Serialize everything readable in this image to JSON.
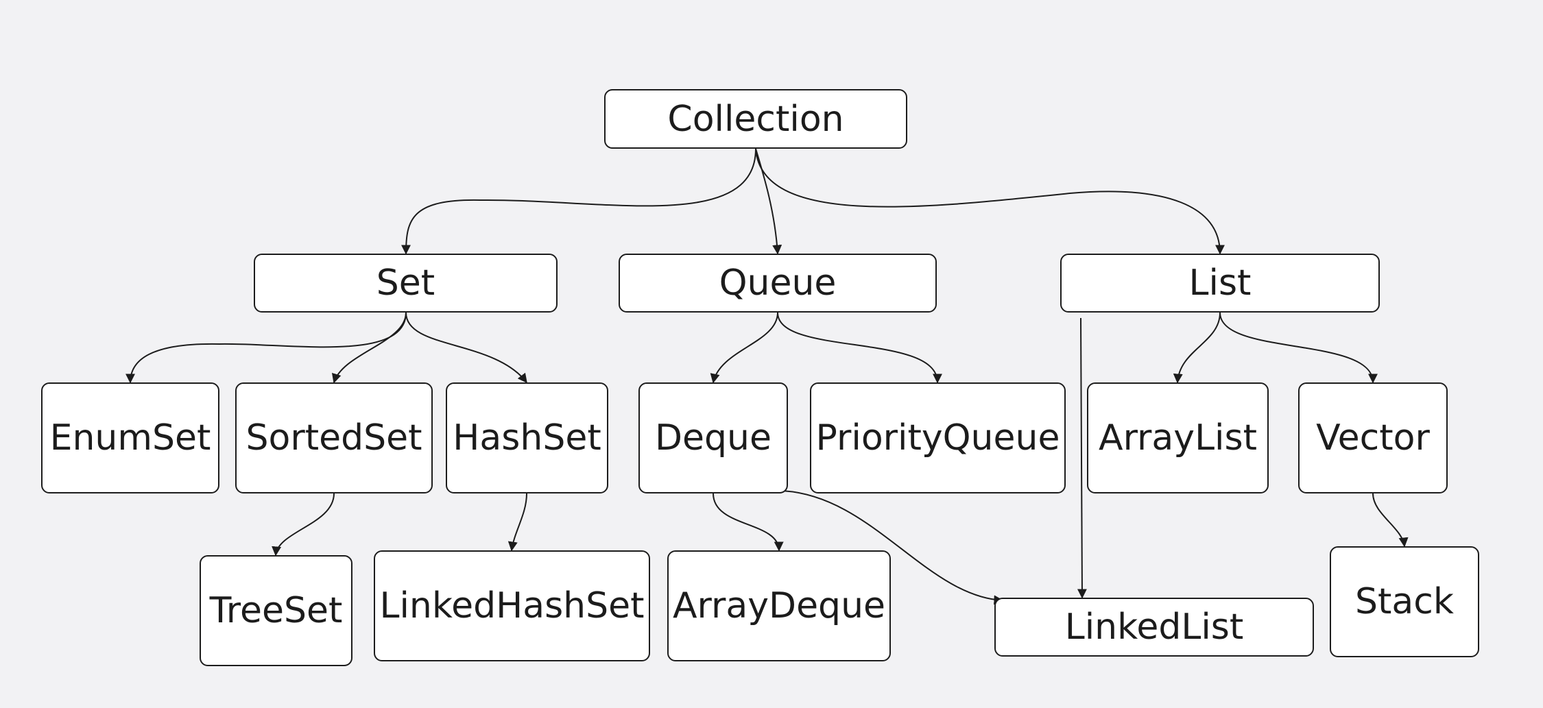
{
  "diagram": {
    "nodes": [
      {
        "id": "collection",
        "label": "Collection"
      },
      {
        "id": "set",
        "label": "Set"
      },
      {
        "id": "queue",
        "label": "Queue"
      },
      {
        "id": "list",
        "label": "List"
      },
      {
        "id": "enumset",
        "label": "EnumSet"
      },
      {
        "id": "sortedset",
        "label": "SortedSet"
      },
      {
        "id": "hashset",
        "label": "HashSet"
      },
      {
        "id": "deque",
        "label": "Deque"
      },
      {
        "id": "priorityqueue",
        "label": "PriorityQueue"
      },
      {
        "id": "arraylist",
        "label": "ArrayList"
      },
      {
        "id": "vector",
        "label": "Vector"
      },
      {
        "id": "treeset",
        "label": "TreeSet"
      },
      {
        "id": "linkedhashset",
        "label": "LinkedHashSet"
      },
      {
        "id": "arraydeque",
        "label": "ArrayDeque"
      },
      {
        "id": "linkedlist",
        "label": "LinkedList"
      },
      {
        "id": "stack",
        "label": "Stack"
      }
    ],
    "edges": [
      {
        "from": "collection",
        "to": "set"
      },
      {
        "from": "collection",
        "to": "queue"
      },
      {
        "from": "collection",
        "to": "list"
      },
      {
        "from": "set",
        "to": "enumset"
      },
      {
        "from": "set",
        "to": "sortedset"
      },
      {
        "from": "set",
        "to": "hashset"
      },
      {
        "from": "queue",
        "to": "deque"
      },
      {
        "from": "queue",
        "to": "priorityqueue"
      },
      {
        "from": "list",
        "to": "arraylist"
      },
      {
        "from": "list",
        "to": "vector"
      },
      {
        "from": "list",
        "to": "linkedlist"
      },
      {
        "from": "sortedset",
        "to": "treeset"
      },
      {
        "from": "hashset",
        "to": "linkedhashset"
      },
      {
        "from": "deque",
        "to": "arraydeque"
      },
      {
        "from": "deque",
        "to": "linkedlist"
      },
      {
        "from": "vector",
        "to": "stack"
      }
    ],
    "colors": {
      "background": "#f2f2f4",
      "node_fill": "#ffffff",
      "stroke": "#1c1c1c",
      "text": "#1c1c1c"
    }
  }
}
